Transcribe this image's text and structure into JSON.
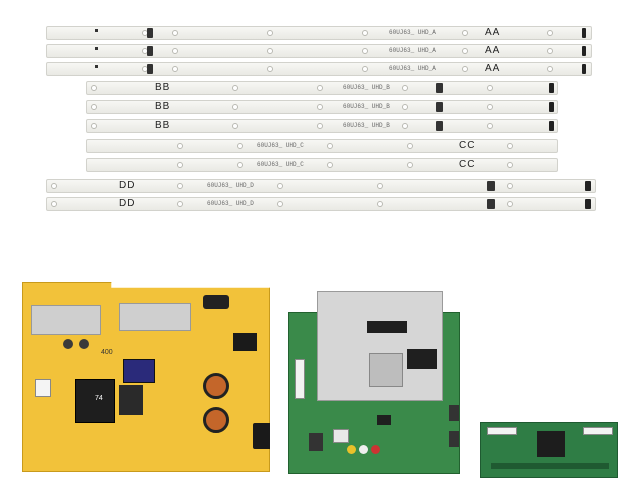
{
  "colors": {
    "background": "#ffffff",
    "led_strip": "#efefea",
    "power_board": "#f2c23a",
    "main_board": "#3a8a4a",
    "tcon_board": "#2f7d45",
    "heatsink": "#c9c9c9",
    "shield": "#d6d6d6"
  },
  "strips": [
    {
      "code": "60UJ63_ UHD_A",
      "mark": "AA"
    },
    {
      "code": "60UJ63_ UHD_A",
      "mark": "AA"
    },
    {
      "code": "60UJ63_ UHD_A",
      "mark": "AA"
    },
    {
      "code": "60UJ63_ UHD_B",
      "mark": "BB"
    },
    {
      "code": "60UJ63_ UHD_B",
      "mark": "BB"
    },
    {
      "code": "60UJ63_ UHD_B",
      "mark": "BB"
    },
    {
      "code": "60UJ63_ UHD_C",
      "mark": "CC"
    },
    {
      "code": "60UJ63_ UHD_C",
      "mark": "CC"
    },
    {
      "code": "60UJ63_ UHD_D",
      "mark": "DD"
    },
    {
      "code": "60UJ63_ UHD_D",
      "mark": "DD"
    }
  ],
  "power_board": {
    "text_1": "400",
    "text_2": "74"
  },
  "icons": [
    "led-strip-icon",
    "power-supply-board",
    "main-board",
    "tcon-board"
  ]
}
